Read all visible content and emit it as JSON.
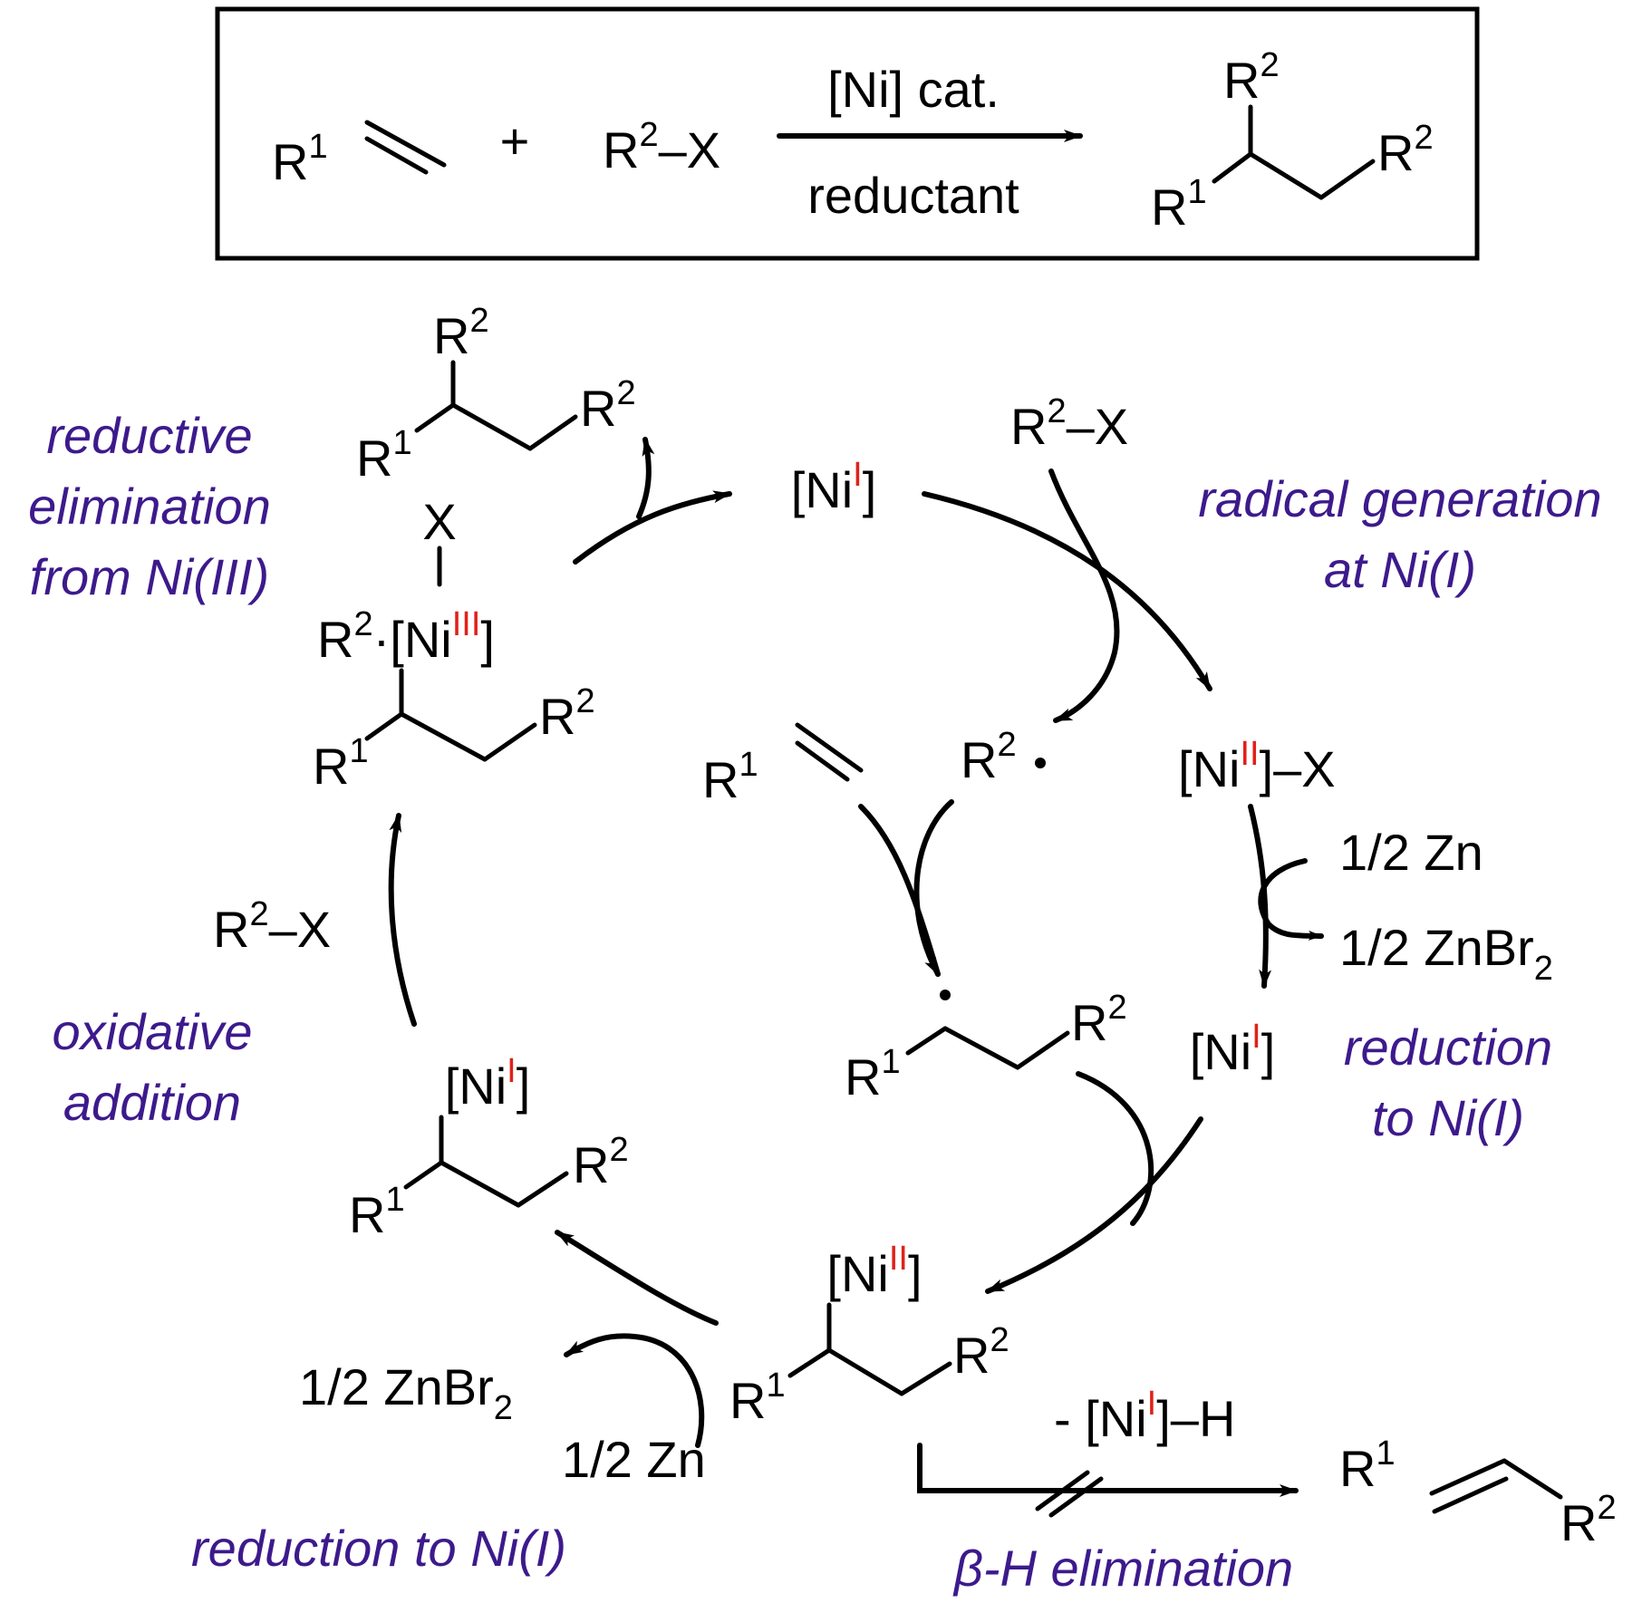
{
  "reaction": {
    "alkene_r": "R",
    "sup_1": "1",
    "sup_2": "2",
    "plus": "+",
    "r2_r": "R",
    "dash_x": "–X",
    "x": "X",
    "catalyst": "[Ni] cat.",
    "reductant": "reductant"
  },
  "species": {
    "open": "[",
    "ni": "Ni",
    "close": "]",
    "close_dash": "]–",
    "dot_bracket": "·[",
    "ox_i": "I",
    "ox_ii": "II",
    "ox_iii": "III",
    "minus_prefix": "- ",
    "h": "H"
  },
  "reagents": {
    "half_zn": "1/2 Zn",
    "half_znbr": "1/2 ZnBr",
    "sub_2": "2"
  },
  "labels": {
    "reductive_elimination": [
      "reductive",
      "elimination",
      "from Ni(III)"
    ],
    "radical_generation": [
      "radical generation",
      "at Ni(I)"
    ],
    "oxidative_addition": [
      "oxidative",
      "addition"
    ],
    "reduction_right": [
      "reduction",
      "to Ni(I)"
    ],
    "reduction_bottom": "reduction to Ni(I)",
    "beta_symbol": "β",
    "beta_h_elimination": "-H elimination"
  },
  "colors": {
    "label_purple": "#3d1a8c",
    "oxidation_state_red": "#e0211a"
  }
}
